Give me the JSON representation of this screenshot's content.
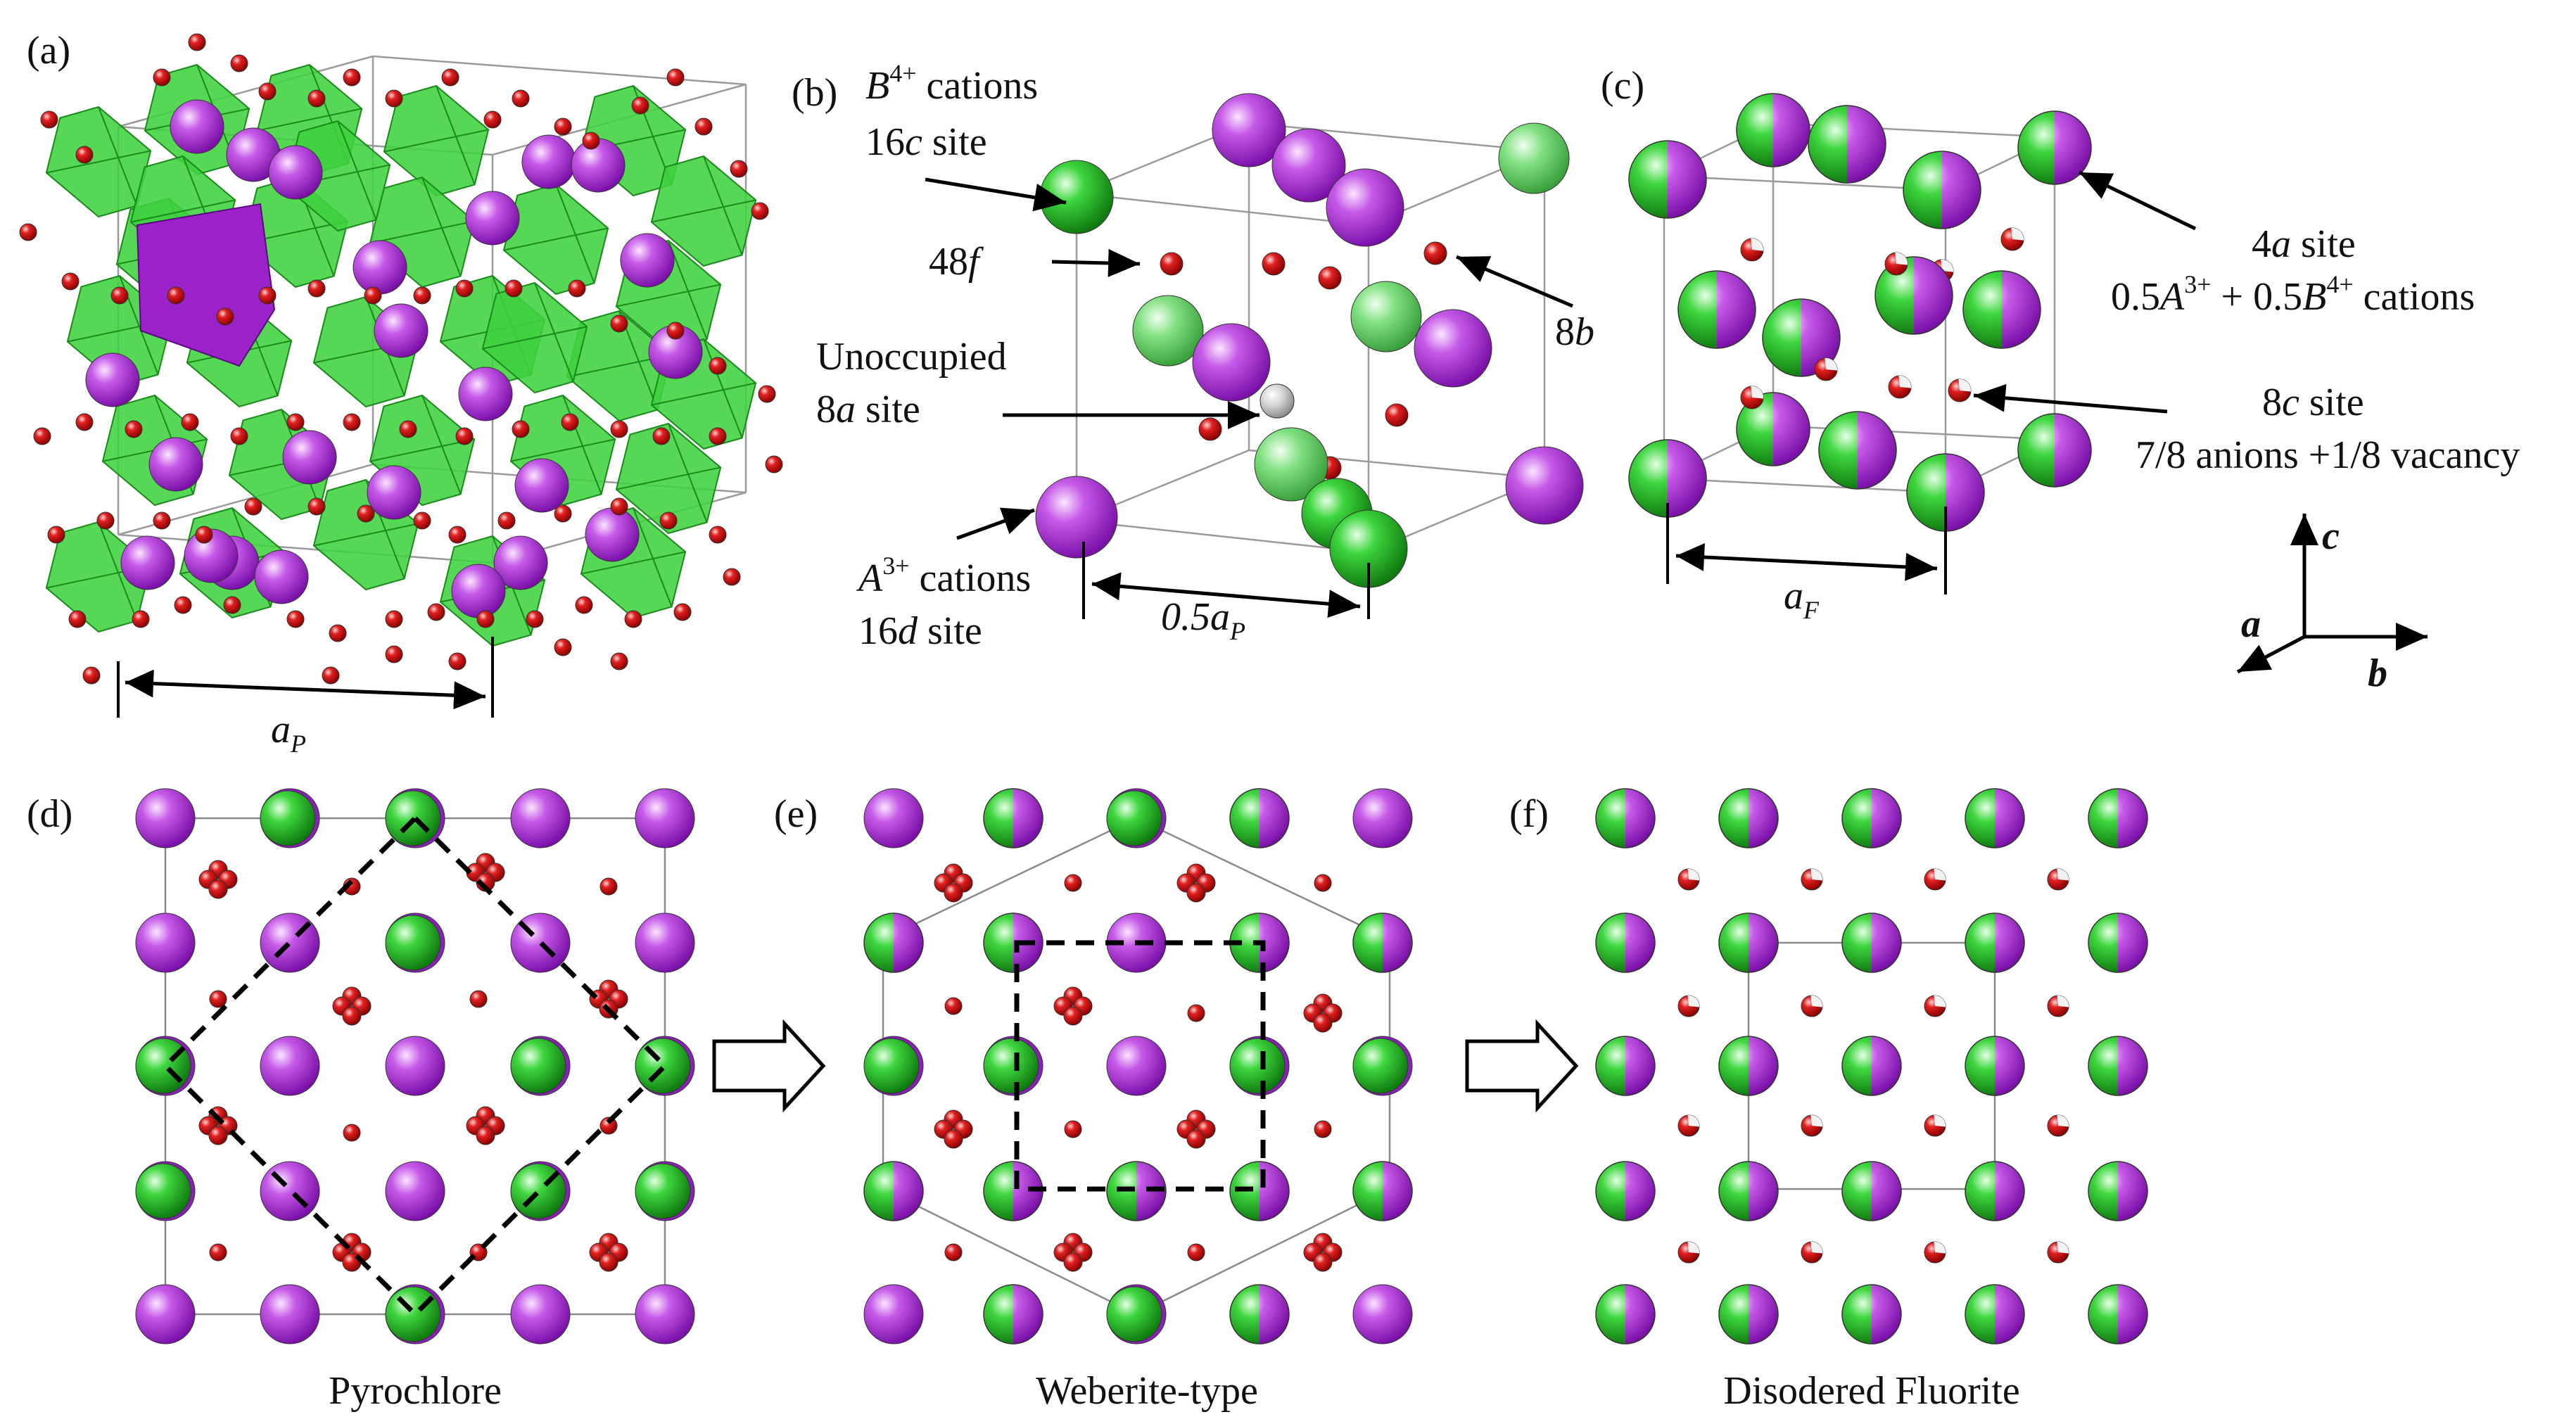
{
  "panels": {
    "a": {
      "tag": "(a)",
      "dim_main": "a",
      "dim_sub": "P"
    },
    "b": {
      "tag": "(b)",
      "b_cation_line1_pre": "B",
      "b_cation_line1_sup": "4+",
      "b_cation_line1_post": " cations",
      "b_cation_line2_num": "16",
      "b_cation_line2_it": "c",
      "b_cation_line2_post": " site",
      "f48_num": "48",
      "f48_it": "f",
      "unocc_line1": "Unoccupied",
      "unocc_line2_num": "8",
      "unocc_line2_it": "a",
      "unocc_line2_post": " site",
      "b8_num": "8",
      "b8_it": "b",
      "a_cation_line1_pre": "A",
      "a_cation_line1_sup": "3+",
      "a_cation_line1_post": " cations",
      "a_cation_line2_num": "16",
      "a_cation_line2_it": "d",
      "a_cation_line2_post": " site",
      "dim_main": "0.5a",
      "dim_sub": "P"
    },
    "c": {
      "tag": "(c)",
      "site4a_num": "4",
      "site4a_it": "a",
      "site4a_post": " site",
      "site4a_l2_a": "0.5",
      "site4a_l2_A": "A",
      "site4a_l2_Asup": "3+",
      "site4a_l2_mid": " + 0.5",
      "site4a_l2_B": "B",
      "site4a_l2_Bsup": "4+",
      "site4a_l2_post": " cations",
      "site8c_num": "8",
      "site8c_it": "c",
      "site8c_post": " site",
      "site8c_l2": "7/8 anions +1/8 vacancy",
      "dim_main": "a",
      "dim_sub": "F"
    },
    "axes": {
      "c": "c",
      "a": "a",
      "b": "b"
    },
    "d": {
      "tag": "(d)",
      "caption": "Pyrochlore"
    },
    "e": {
      "tag": "(e)",
      "caption": "Weberite-type"
    },
    "f": {
      "tag": "(f)",
      "caption": "Disodered Fluorite"
    }
  },
  "colors": {
    "A_cation": "#a12bd6",
    "B_cation": "#2bc82b",
    "anion": "#d81a1a",
    "vacancy": "#c8c8c8",
    "octahedron": "#33cc33"
  }
}
